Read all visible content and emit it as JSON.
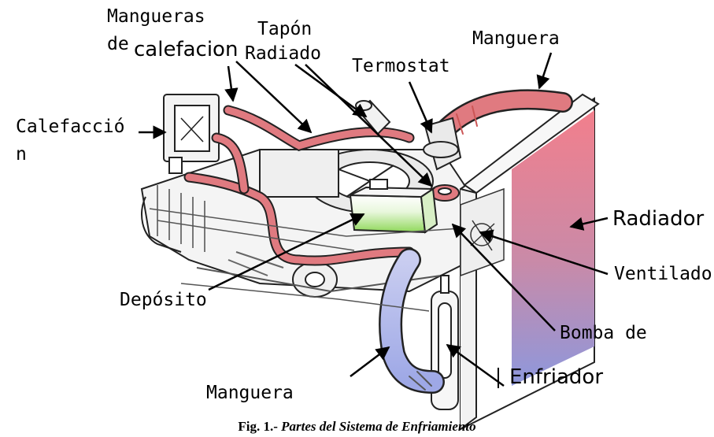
{
  "labels": {
    "mangueras_l1": "Mangueras",
    "mangueras_l2": "de",
    "calefacion": "calefacion",
    "tapon_l1": "Tapón",
    "tapon_l2": "Radiado",
    "termostat": "Termostat",
    "manguera_top": "Manguera",
    "calefaccion_l1": "Calefacció",
    "calefaccion_l2": "n",
    "radiador": "Radiador",
    "ventilado": "Ventilado",
    "deposito": "Depósito",
    "bomba": "Bomba de",
    "enfriador": "Enfriador",
    "manguera_bottom": "Manguera"
  },
  "caption": {
    "prefix": "Fig. 1.-",
    "text": " Partes del Sistema de Enfriamiento"
  },
  "colors": {
    "hose_red": "#e07a80",
    "radiator_top": "#f27f8c",
    "radiator_bottom": "#8d98dd",
    "coolant_green": "#9fdc6a",
    "hose_blue": "#b4bcee"
  }
}
